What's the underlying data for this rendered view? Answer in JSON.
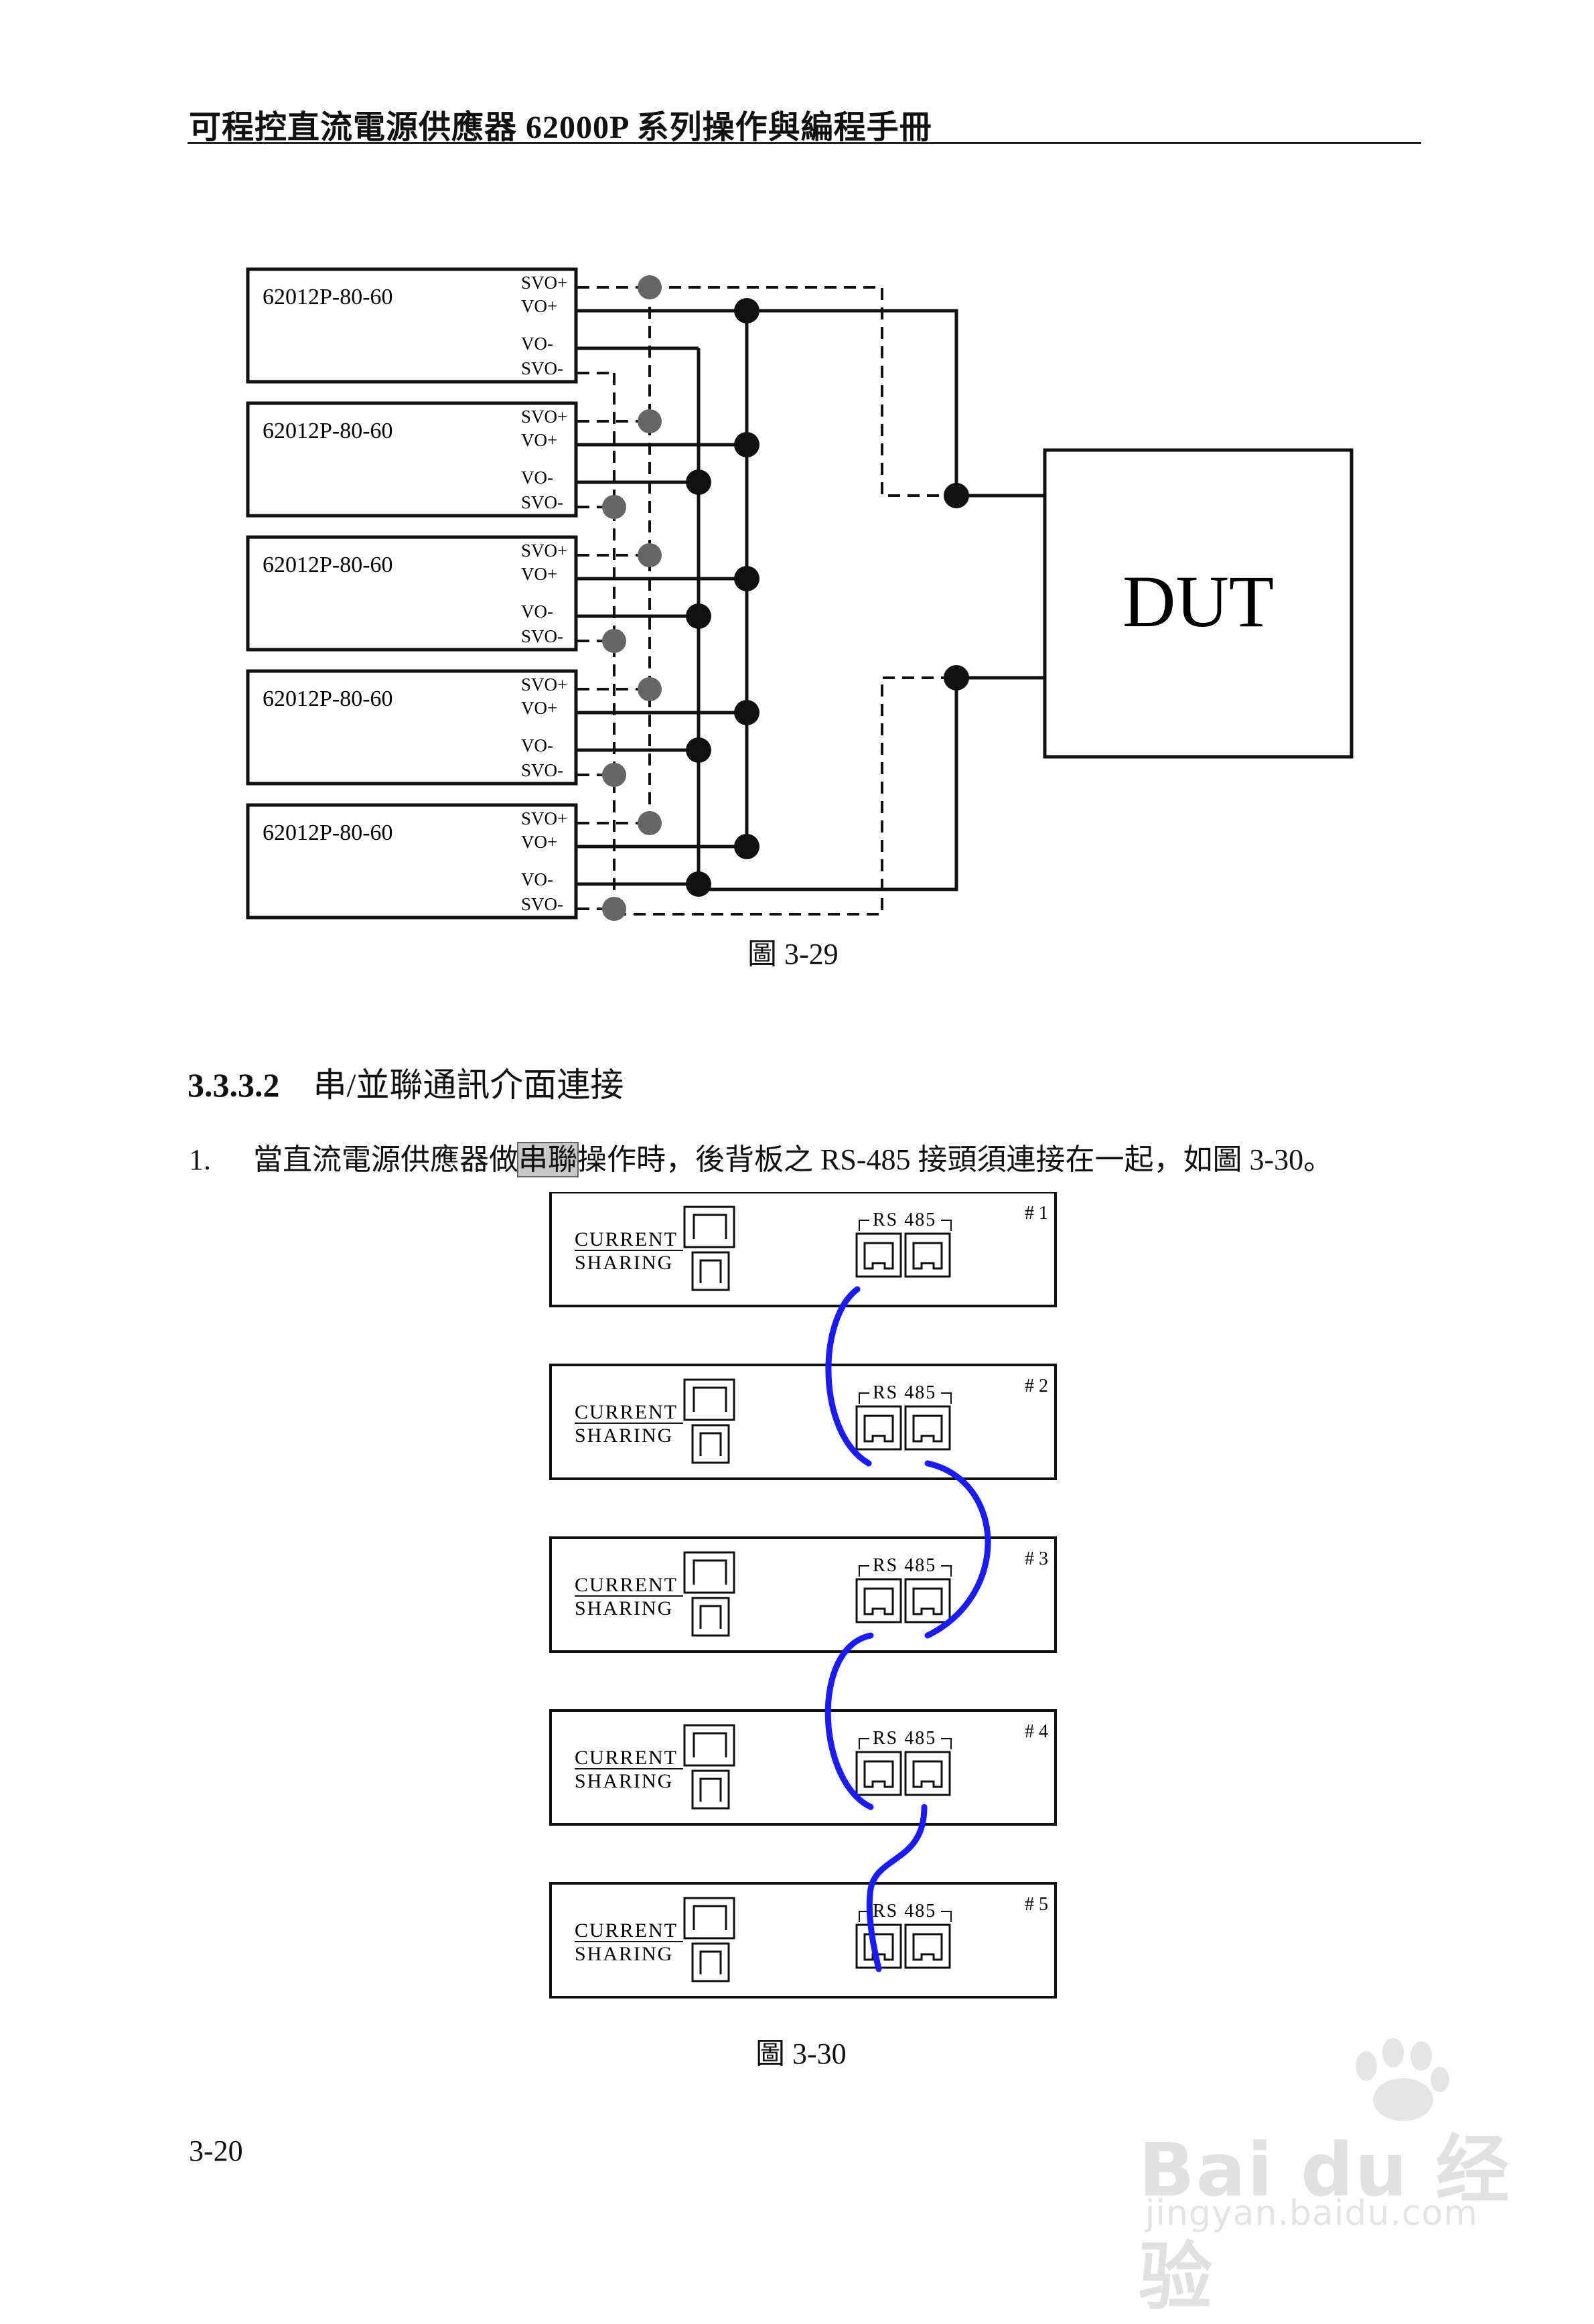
{
  "header": {
    "title": "可程控直流電源供應器 62000P 系列操作與編程手冊"
  },
  "figure1": {
    "caption": "圖  3-29",
    "supply_model": "62012P-80-60",
    "supply_count": 5,
    "terminals": [
      "SVO+",
      "VO+",
      "VO-",
      "SVO-"
    ],
    "dut_label": "DUT"
  },
  "section": {
    "number": "3.3.3.2",
    "title": "串/並聯通訊介面連接"
  },
  "step1": {
    "number": "1.",
    "text_before": "當直流電源供應器做",
    "highlight": "串聯",
    "text_after": "操作時，後背板之 RS-485 接頭須連接在一起，如圖 3-30。"
  },
  "figure2": {
    "caption": "圖 3-30",
    "panel_label_line1": "CURRENT",
    "panel_label_line2": "SHARING",
    "port_label": "RS 485",
    "units": [
      "# 1",
      "# 2",
      "# 3",
      "# 4",
      "# 5"
    ],
    "cable_color": "#1a1aff"
  },
  "page_number": "3-20",
  "watermark": {
    "brand": "Bai du 经验",
    "site": "jingyan.baidu.com"
  }
}
